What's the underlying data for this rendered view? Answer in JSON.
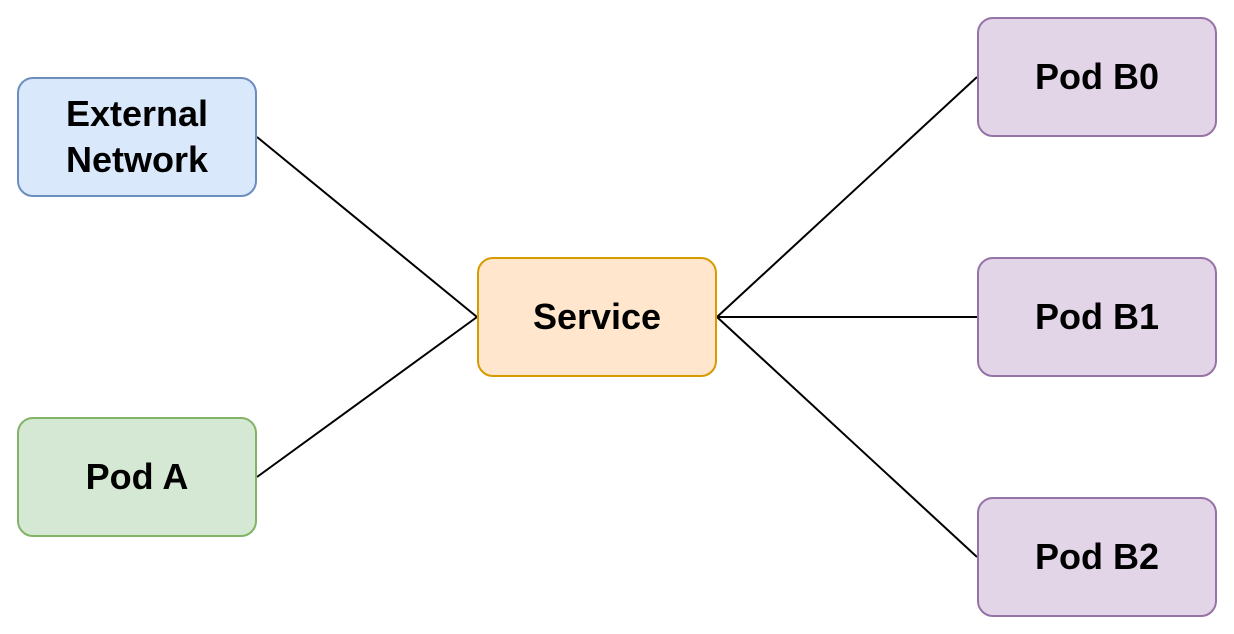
{
  "nodes": {
    "external": {
      "line1": "External",
      "line2": "Network",
      "fill": "#dae8fc",
      "stroke": "#6c8ebf"
    },
    "pod_a": {
      "label": "Pod A",
      "fill": "#d5e8d4",
      "stroke": "#82b366"
    },
    "service": {
      "label": "Service",
      "fill": "#ffe6cc",
      "stroke": "#d79b00"
    },
    "pod_b0": {
      "label": "Pod B0",
      "fill": "#e1d5e7",
      "stroke": "#9673a6"
    },
    "pod_b1": {
      "label": "Pod B1",
      "fill": "#e1d5e7",
      "stroke": "#9673a6"
    },
    "pod_b2": {
      "label": "Pod B2",
      "fill": "#e1d5e7",
      "stroke": "#9673a6"
    }
  },
  "edges": [
    {
      "from": "external",
      "to": "service"
    },
    {
      "from": "pod_a",
      "to": "service"
    },
    {
      "from": "service",
      "to": "pod_b0"
    },
    {
      "from": "service",
      "to": "pod_b1"
    },
    {
      "from": "service",
      "to": "pod_b2"
    }
  ],
  "edge_color": "#000000"
}
